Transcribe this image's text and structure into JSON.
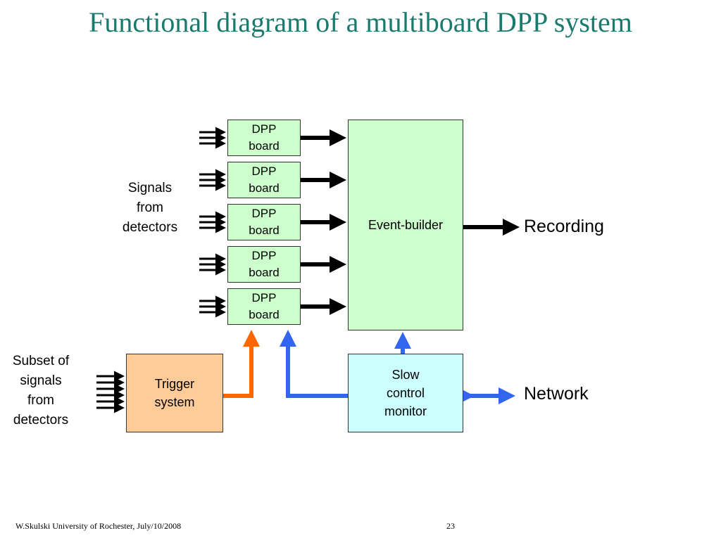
{
  "title": "Functional diagram of a multiboard DPP system",
  "dpp_boards": [
    {
      "label": "DPP\nboard"
    },
    {
      "label": "DPP\nboard"
    },
    {
      "label": "DPP\nboard"
    },
    {
      "label": "DPP\nboard"
    },
    {
      "label": "DPP\nboard"
    }
  ],
  "event_builder": "Event-builder",
  "trigger": "Trigger\nsystem",
  "slow_control": "Slow\ncontrol\nmonitor",
  "signals_label": "Signals\nfrom\ndetectors",
  "subset_label": "Subset of\nsignals\nfrom\ndetectors",
  "recording": "Recording",
  "network": "Network",
  "footer": {
    "author": "W.Skulski  University of",
    "place": "Rochester, July/10/2008",
    "page": "23"
  },
  "colors": {
    "title": "#1a7a6e",
    "board_fill": "#ccffcc",
    "trigger_fill": "#ffcc99",
    "slow_fill": "#ccffff",
    "trigger_line": "#ff6600",
    "control_line": "#3366ee",
    "data_arrow": "#000000"
  }
}
